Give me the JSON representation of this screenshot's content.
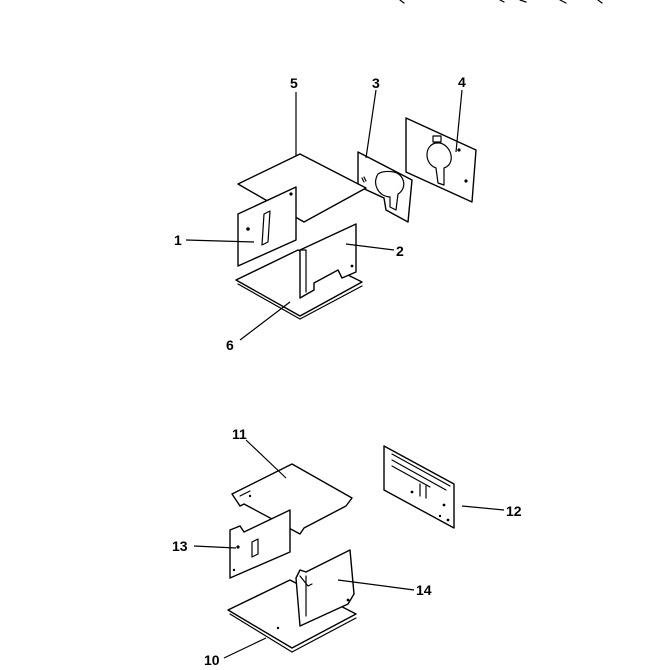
{
  "labels": {
    "p1": "1",
    "p2": "2",
    "p3": "3",
    "p4": "4",
    "p5": "5",
    "p6": "6",
    "p10": "10",
    "p11": "11",
    "p12": "12",
    "p13": "13",
    "p14": "14"
  },
  "colors": {
    "ink": "#000000",
    "paper": "#ffffff"
  }
}
